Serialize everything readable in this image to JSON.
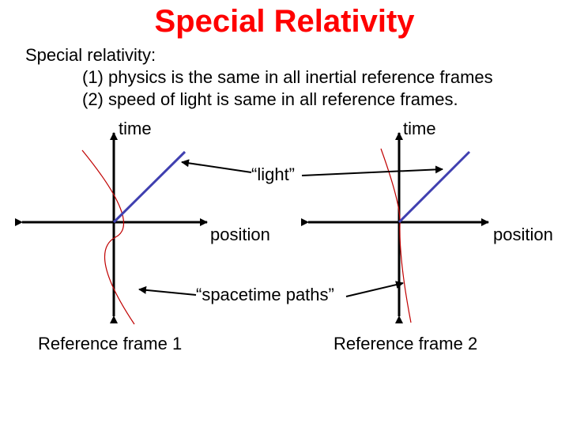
{
  "slide": {
    "title": "Special Relativity",
    "intro": "Special relativity:",
    "points": [
      "(1) physics is the same in all inertial reference frames",
      "(2) speed of light is same in all reference frames."
    ]
  },
  "diagram": {
    "frame1": {
      "time_label": "time",
      "position_label": "position",
      "caption": "Reference frame 1"
    },
    "frame2": {
      "time_label": "time",
      "position_label": "position",
      "caption": "Reference frame 2"
    },
    "light_label": "“light”",
    "paths_label": "“spacetime paths”",
    "colors": {
      "light": "#4040b0",
      "path": "#c00000",
      "axes": "#000000"
    }
  }
}
